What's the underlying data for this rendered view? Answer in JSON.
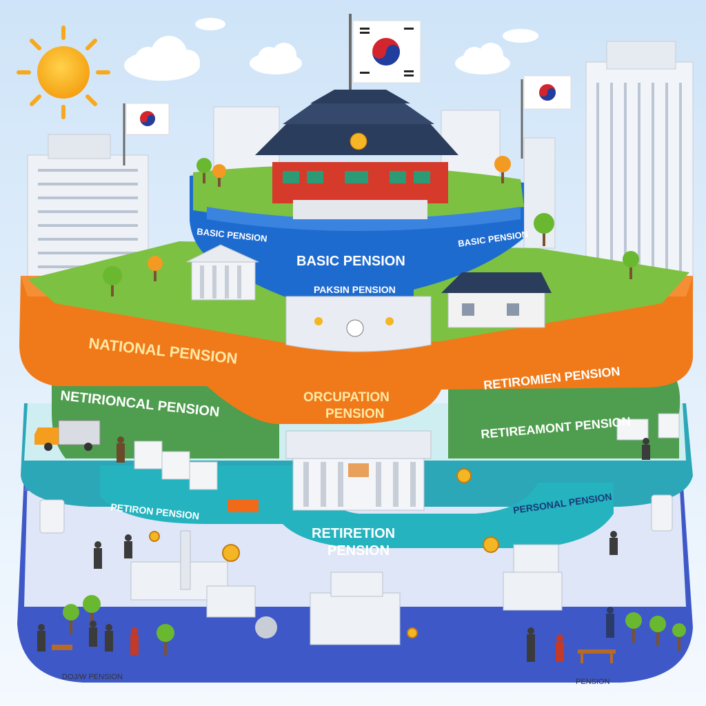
{
  "labels": {
    "tier1_left": "BASIC PENSION",
    "tier1_center": "BASIC PENSION",
    "tier1_right": "BASIC PENSION",
    "tier1_lower": "PAKSIN PENSION",
    "tier2_left": "NATIONAL PENSION",
    "tier2_right": "RETIROMIEN PENSION",
    "tier2_center_line1": "ORCUPATION",
    "tier2_center_line2": "PENSION",
    "tier3_left": "NETIRIONCAL PENSION",
    "tier3_right": "RETIREAMONT PENSION",
    "tier4_left": "PETIRON PENSION",
    "tier4_right": "PERSONAL PENSION",
    "tier4_center_line1": "RETIRETION",
    "tier4_center_line2": "PENSION",
    "ground_left": "DOJ/W PENSION",
    "ground_right": "PENSION"
  },
  "colors": {
    "sky": "#d6e8f7",
    "blue_band": "#1e6bd0",
    "orange_band": "#f07a1a",
    "green_band": "#4f9d4f",
    "teal_band": "#2ba7b8",
    "indigo_band": "#3f58c7",
    "grass": "#7cc142",
    "roof": "#2b3d5c",
    "pavilion_red": "#d63a2a"
  },
  "icons": [
    "sun-icon",
    "cloud-icon",
    "korean-flag-icon",
    "tree-icon",
    "coin-icon",
    "truck-icon"
  ]
}
